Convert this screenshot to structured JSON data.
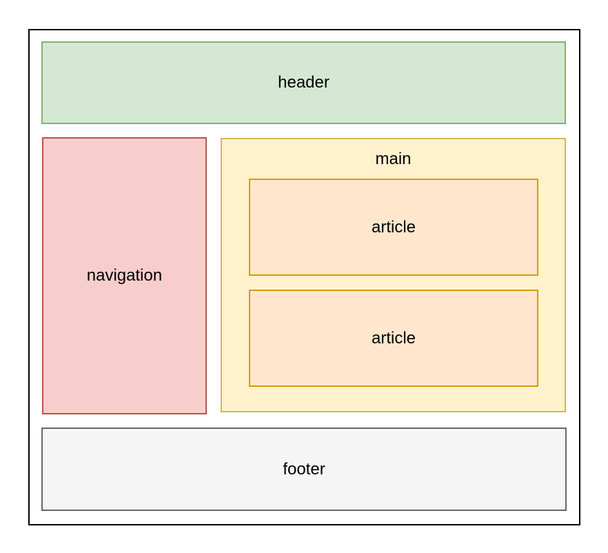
{
  "diagram": {
    "text_color": "#000000",
    "frame": {
      "stroke": "#000000"
    },
    "header": {
      "label": "header",
      "fill": "#d5e8d4",
      "stroke": "#82b366"
    },
    "navigation": {
      "label": "navigation",
      "fill": "#f8cecc",
      "stroke": "#b85450"
    },
    "main": {
      "label": "main",
      "fill": "#fff2cc",
      "stroke": "#d6b656"
    },
    "articles": [
      {
        "label": "article",
        "fill": "#ffe6cc",
        "stroke": "#d79b00"
      },
      {
        "label": "article",
        "fill": "#ffe6cc",
        "stroke": "#d79b00"
      }
    ],
    "footer": {
      "label": "footer",
      "fill": "#f5f5f5",
      "stroke": "#666666"
    }
  }
}
